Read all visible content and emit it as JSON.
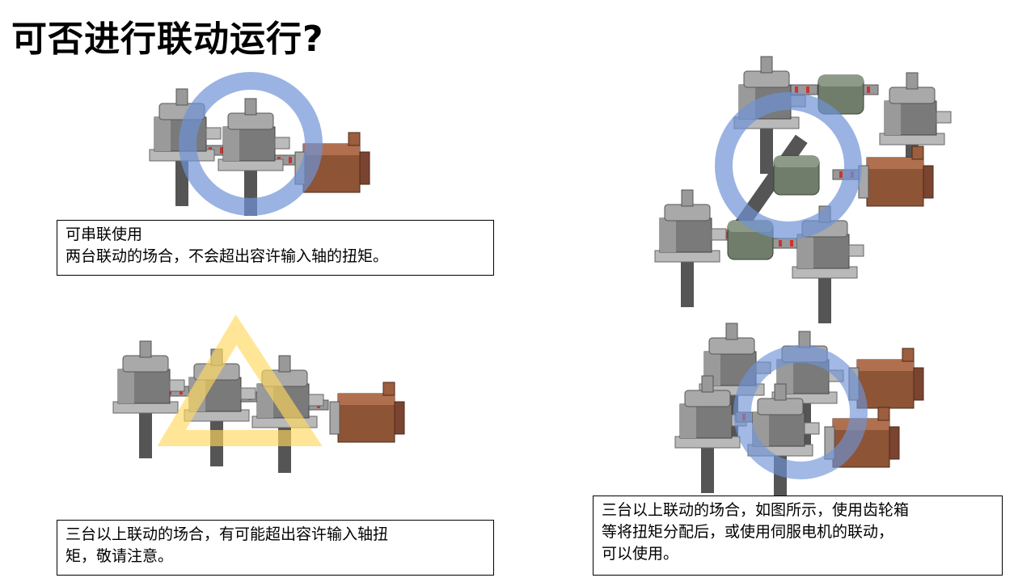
{
  "slide": {
    "title": "可否进行联动运行?",
    "notes": {
      "two_units": [
        "可串联使用",
        "两台联动的场合，不会超出容许输入轴的扭矩。"
      ],
      "three_units_caution": [
        "三台以上联动的场合，有可能超出容许输入轴扭",
        "矩，敬请注意。"
      ],
      "gearbox_or_servo": [
        "三台以上联动的场合，如图所示，使用齿轮箱",
        "等将扭矩分配后，或使用伺服电机的联动，",
        "可以使用。"
      ]
    },
    "colors": {
      "ok_ring": "#6f93d6",
      "caution_triangle": "#ffd75e",
      "motor": "#9a5a3a",
      "jack": "#8c8c8c",
      "gearbox": "#6f7d6a"
    }
  }
}
